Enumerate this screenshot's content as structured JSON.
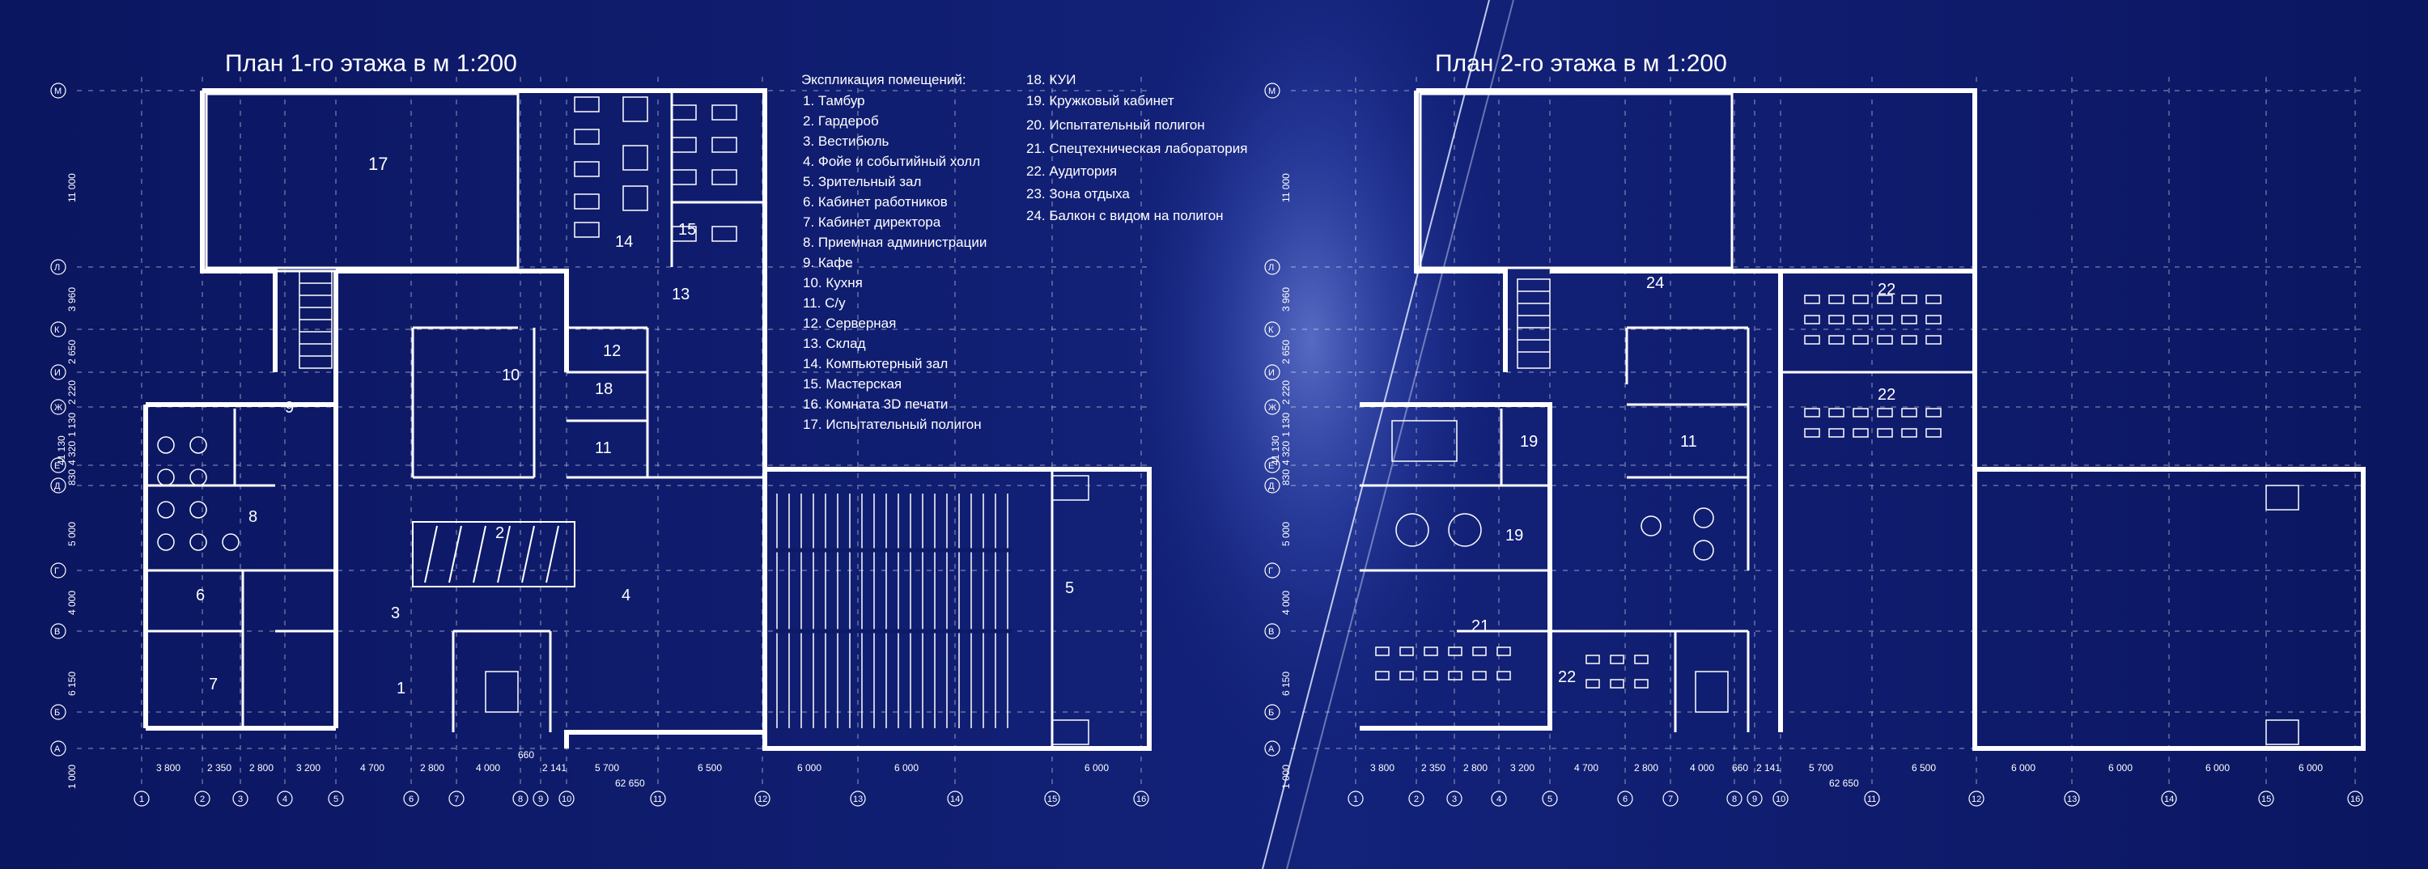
{
  "colors": {
    "background": "#0d1a66",
    "lines": "#ffffff",
    "glow": "#6f8cff"
  },
  "plan1": {
    "title": "План 1-го этажа в м 1:200",
    "rooms": [
      {
        "id": "17",
        "label": "17"
      },
      {
        "id": "14",
        "label": "14"
      },
      {
        "id": "15",
        "label": "15"
      },
      {
        "id": "13",
        "label": "13"
      },
      {
        "id": "12",
        "label": "12"
      },
      {
        "id": "10",
        "label": "10"
      },
      {
        "id": "18",
        "label": "18"
      },
      {
        "id": "9",
        "label": "9"
      },
      {
        "id": "11",
        "label": "11"
      },
      {
        "id": "8",
        "label": "8"
      },
      {
        "id": "2",
        "label": "2"
      },
      {
        "id": "4",
        "label": "4"
      },
      {
        "id": "5",
        "label": "5"
      },
      {
        "id": "3",
        "label": "3"
      },
      {
        "id": "6",
        "label": "6"
      },
      {
        "id": "7",
        "label": "7"
      },
      {
        "id": "1",
        "label": "1"
      }
    ],
    "row_axes": [
      "М",
      "Л",
      "К",
      "И",
      "Ж",
      "Е",
      "Д",
      "Г",
      "В",
      "Б",
      "А"
    ],
    "row_dims": [
      "11 000",
      "3 960",
      "2 650",
      "2 220",
      "1 130",
      "4 320",
      "830",
      "5 000",
      "4 000",
      "6 150",
      "1 000"
    ],
    "overall_vertical": "41 130",
    "col_axes": [
      "1",
      "2",
      "3",
      "4",
      "5",
      "6",
      "7",
      "8",
      "9",
      "10",
      "11",
      "12",
      "13",
      "14",
      "15",
      "16"
    ],
    "col_dims": [
      "3 800",
      "2 350",
      "2 800",
      "3 200",
      "4 700",
      "2 800",
      "4 000",
      "2 141",
      "5 700",
      "6 500",
      "6 000",
      "6 000",
      "6 000"
    ],
    "small_dim": "660",
    "overall_horizontal": "62 650"
  },
  "legend": {
    "title": "Экспликация помещений:",
    "col1": [
      "1.  Тамбур",
      "2.  Гардероб",
      "3.  Вестибюль",
      "4.  Фойе и событийный холл",
      "5.  Зрительный зал",
      "6.  Кабинет работников",
      "7.  Кабинет директора",
      "8.  Приемная администрации",
      "9.  Кафе",
      "10. Кухня",
      "11.  С/у",
      "12.  Серверная",
      "13.  Склад",
      "14.  Компьютерный зал",
      "15.  Мастерская",
      "16.  Комната 3D печати",
      "17.  Испытательный полигон"
    ],
    "col2": [
      "18. КУИ",
      "19. Кружковый кабинет",
      "20. Испытательный полигон",
      "21. Спецтехническая лаборатория",
      "22. Аудитория",
      "23. Зона отдыха",
      "24.  Балкон с видом на полигон"
    ]
  },
  "plan2": {
    "title": "План 2-го этажа в м 1:200",
    "rooms": [
      {
        "id": "24",
        "label": "24"
      },
      {
        "id": "22a",
        "label": "22"
      },
      {
        "id": "22b",
        "label": "22"
      },
      {
        "id": "19a",
        "label": "19"
      },
      {
        "id": "11",
        "label": "11"
      },
      {
        "id": "19b",
        "label": "19"
      },
      {
        "id": "21",
        "label": "21"
      },
      {
        "id": "22c",
        "label": "22"
      }
    ],
    "row_axes": [
      "М",
      "Л",
      "К",
      "И",
      "Ж",
      "Е",
      "Д",
      "Г",
      "В",
      "Б",
      "А"
    ],
    "row_dims": [
      "11 000",
      "3 960",
      "2 650",
      "2 220",
      "1 130",
      "4 320",
      "830",
      "5 000",
      "4 000",
      "6 150",
      "1 000"
    ],
    "overall_vertical": "41 130",
    "col_axes": [
      "1",
      "2",
      "3",
      "4",
      "5",
      "6",
      "7",
      "8",
      "9",
      "10",
      "11",
      "12",
      "13",
      "14",
      "15",
      "16"
    ],
    "col_dims": [
      "3 800",
      "2 350",
      "2 800",
      "3 200",
      "4 700",
      "2 800",
      "4 000",
      "2 141",
      "5 700",
      "6 500",
      "6 000",
      "6 000",
      "6 000",
      "6 000"
    ],
    "small_dim": "660",
    "overall_horizontal": "62 650"
  }
}
